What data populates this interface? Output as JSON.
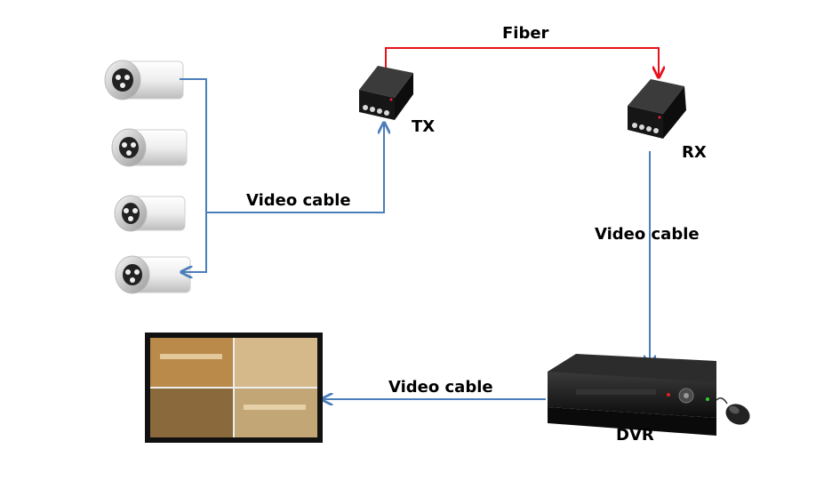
{
  "labels": {
    "fiber": "Fiber",
    "tx": "TX",
    "rx": "RX",
    "video_cable_cameras": "Video cable",
    "video_cable_rx_dvr": "Video cable",
    "video_cable_dvr_monitor": "Video cable",
    "dvr": "DVR"
  },
  "colors": {
    "fiber_line": "#e8101a",
    "video_cable_line": "#4a7ebb",
    "device_body": "#1a1a1a",
    "camera_body": "#eeeeee"
  },
  "icons": {
    "cameras": [
      "bullet-camera-icon",
      "bullet-camera-icon",
      "bullet-camera-icon",
      "bullet-camera-icon"
    ],
    "transmitter": "fiber-transmitter-icon",
    "receiver": "fiber-receiver-icon",
    "recorder": "dvr-icon",
    "pointer": "mouse-icon",
    "display": "monitor-icon"
  }
}
